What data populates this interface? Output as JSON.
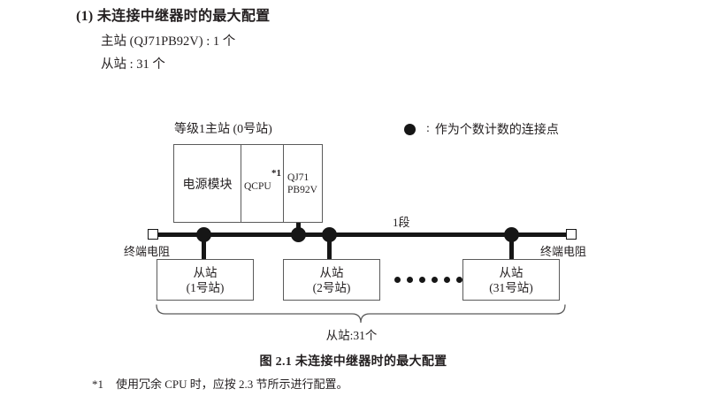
{
  "section": {
    "title": "(1) 未连接中继器时的最大配置",
    "master_spec": "主站 (QJ71PB92V) : 1 个",
    "slave_spec": "从站 : 31 个"
  },
  "legend": {
    "dot_icon": "filled-circle-icon",
    "colon": ":",
    "text": "作为个数计数的连接点"
  },
  "diagram": {
    "rack_label": "等级1主站 (0号站)",
    "rack_slots": [
      {
        "name": "power-module",
        "text": "电源模块",
        "footnote": ""
      },
      {
        "name": "cpu-module",
        "text": "QCPU",
        "footnote": "*1"
      },
      {
        "name": "network-module",
        "text": "QJ71\nPB92V",
        "footnote": ""
      }
    ],
    "network_module_line1": "QJ71",
    "network_module_line2": "PB92V",
    "segment_label": "1段",
    "terminator_left": "终端电阻",
    "terminator_right": "终端电阻",
    "slaves": [
      {
        "name": "slave-1",
        "line1": "从站",
        "line2": "(1号站)"
      },
      {
        "name": "slave-2",
        "line1": "从站",
        "line2": "(2号站)"
      },
      {
        "name": "slave-31",
        "line1": "从站",
        "line2": "(31号站)"
      }
    ],
    "ellipsis_dot_count": 6,
    "brace_label": "从站:31个"
  },
  "figure": {
    "caption": "图 2.1  未连接中继器时的最大配置"
  },
  "footnote": {
    "marker": "*1",
    "text": "使用冗余 CPU 时，应按 2.3 节所示进行配置。"
  },
  "colors": {
    "text": "#231f20",
    "line": "#161616",
    "box_border": "#5a5a5a",
    "background": "#ffffff"
  }
}
